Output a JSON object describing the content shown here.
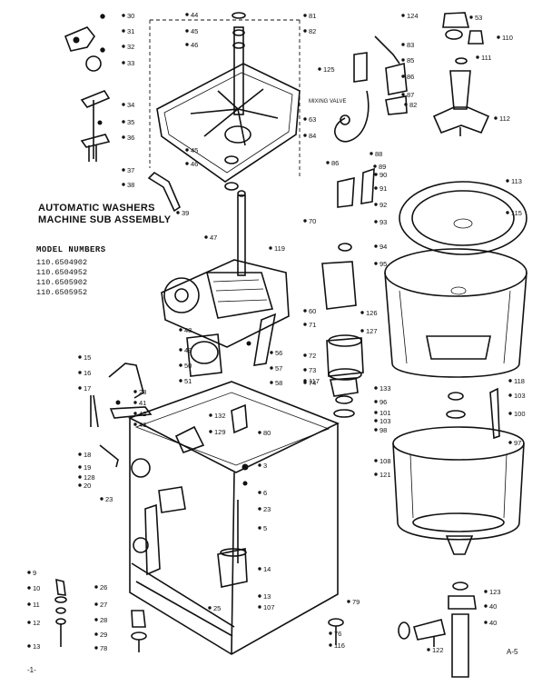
{
  "diagram": {
    "title_lines": [
      "AUTOMATIC WASHERS",
      "MACHINE SUB ASSEMBLY"
    ],
    "model_heading": "MODEL NUMBERS",
    "model_numbers": [
      "110.6504902",
      "110.6504952",
      "110.6505902",
      "110.6505952"
    ],
    "page_label": "A-5",
    "wiring_valve_label": "MIXING VALVE",
    "footer_mark": "-1-",
    "part_numbers": [
      "30",
      "31",
      "32",
      "33",
      "34",
      "35",
      "36",
      "37",
      "38",
      "39",
      "44",
      "45",
      "46",
      "45",
      "46",
      "81",
      "82",
      "125",
      "63",
      "84",
      "83",
      "85",
      "86",
      "87",
      "82",
      "124",
      "53",
      "110",
      "111",
      "112",
      "113",
      "115",
      "86",
      "88",
      "90",
      "91",
      "92",
      "93",
      "70",
      "89",
      "47",
      "119",
      "94",
      "95",
      "126",
      "48",
      "49",
      "50",
      "51",
      "56",
      "57",
      "58",
      "127",
      "60",
      "71",
      "72",
      "73",
      "74",
      "15",
      "16",
      "17",
      "23",
      "41",
      "42",
      "43",
      "18",
      "19",
      "128",
      "20",
      "132",
      "129",
      "80",
      "3",
      "6",
      "23",
      "23",
      "5",
      "9",
      "10",
      "11",
      "12",
      "13",
      "14",
      "13",
      "107",
      "25",
      "26",
      "27",
      "28",
      "29",
      "78",
      "79",
      "76",
      "116",
      "117",
      "118",
      "103",
      "100",
      "97",
      "98",
      "133",
      "96",
      "101",
      "103",
      "108",
      "121",
      "122",
      "123",
      "40",
      "40"
    ]
  }
}
